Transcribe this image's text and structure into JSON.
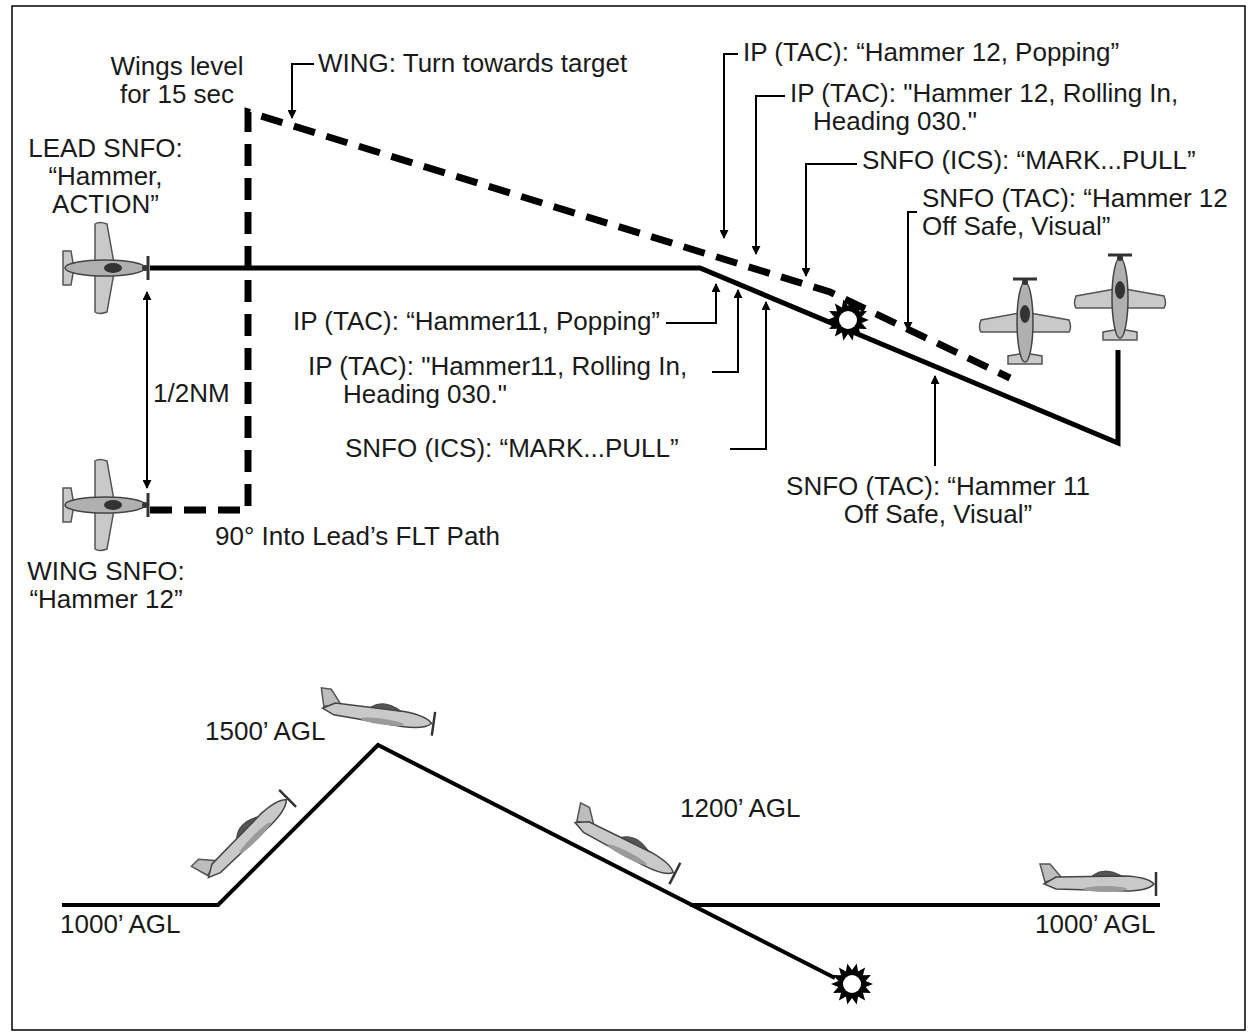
{
  "diagram": {
    "labels": [
      "Wings level for 15 sec",
      "WING: Turn towards target",
      "IP (TAC): “Hammer 12, Popping”",
      "IP (TAC): \"Hammer 12, Rolling In, Heading 030.\"",
      "SNFO (ICS): “MARK...PULL”",
      "SNFO (TAC): “Hammer 12 Off Safe, Visual”",
      "LEAD SNFO: “Hammer, ACTION”",
      "IP (TAC): “Hammer11, Popping”",
      "IP (TAC): \"Hammer11, Rolling In, Heading 030.\"",
      "SNFO (ICS): “MARK...PULL”",
      "1/2NM",
      "SNFO (TAC): “Hammer 11 Off Safe, Visual”",
      "WING SNFO: “Hammer 12”",
      "90° Into Lead’s FLT Path",
      "1500’ AGL",
      "1200’ AGL",
      "1000’ AGL",
      "1000’ AGL"
    ]
  }
}
